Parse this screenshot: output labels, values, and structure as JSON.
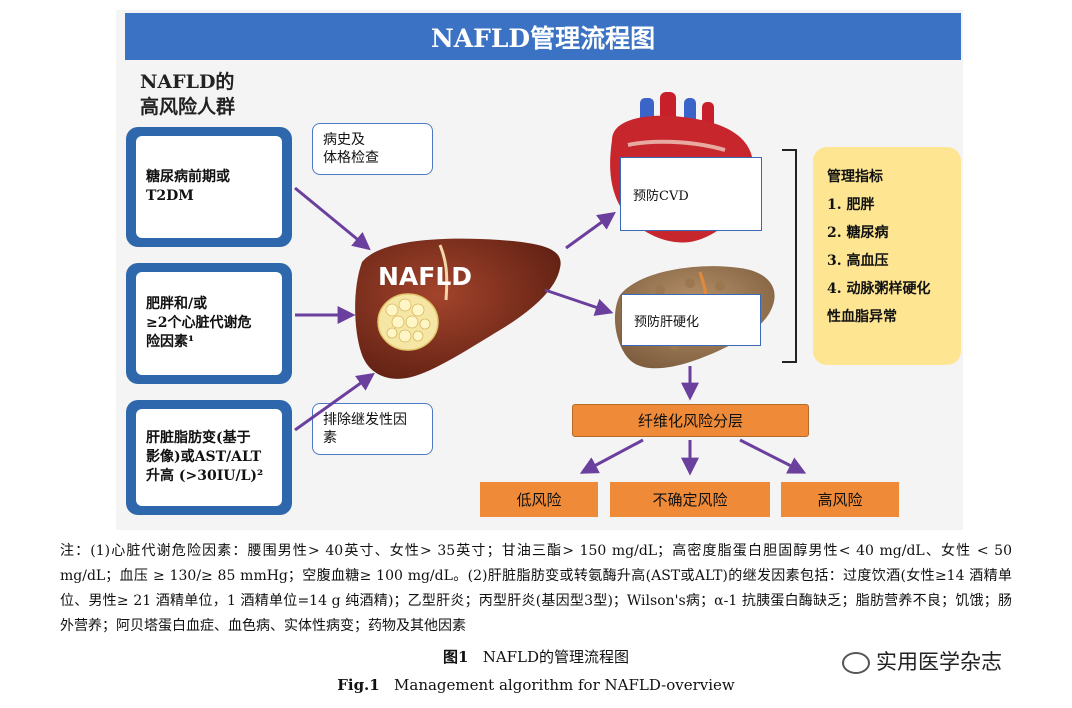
{
  "title": "NAFLD管理流程图",
  "high_risk_heading": "NAFLD的\n高风险人群",
  "risk_groups": [
    {
      "label": "糖尿病前期或\nT2DM"
    },
    {
      "label": "肥胖和/或\n≥2个心脏代谢危\n险因素¹"
    },
    {
      "label": "肝脏脂肪变(基于\n影像)或AST/ALT\n升高 (>30IU/L)²"
    }
  ],
  "notes": {
    "history_exam": "病史及\n体格检查",
    "exclude_secondary": "排除继发性因\n素"
  },
  "center_label": "NAFLD",
  "prevent_cvd": "预防CVD",
  "prevent_cirrhosis": "预防肝硬化",
  "management_indicators": {
    "heading": "管理指标",
    "items": [
      "1. 肥胖",
      "2. 糖尿病",
      "3. 高血压",
      "4. 动脉粥样硬化",
      "性血脂异常"
    ]
  },
  "fibrosis_stratification": "纤维化风险分层",
  "risk_levels": {
    "low": "低风险",
    "uncertain": "不确定风险",
    "high": "高风险"
  },
  "footnote": "注：(1)心脏代谢危险因素：腰围男性> 40英寸、女性> 35英寸；甘油三酯> 150 mg/dL；高密度脂蛋白胆固醇男性< 40 mg/dL、女性 < 50 mg/dL；血压 ≥ 130/≥ 85 mmHg；空腹血糖≥ 100 mg/dL。(2)肝脏脂肪变或转氨酶升高(AST或ALT)的继发因素包括：过度饮酒(女性≥14 酒精单位、男性≥ 21 酒精单位，1 酒精单位=14 g 纯酒精)；乙型肝炎；丙型肝炎(基因型3型)；Wilson's病；α-1 抗胰蛋白酶缺乏；脂肪营养不良；饥饿；肠外营养；阿贝塔蛋白血症、血色病、实体性病变；药物及其他因素",
  "figure_caption_cn": {
    "label": "图1",
    "text": "NAFLD的管理流程图"
  },
  "figure_caption_en": {
    "label": "Fig.1",
    "text": "Management algorithm for NAFLD-overview"
  },
  "watermark": "实用医学杂志",
  "colors": {
    "title_bar": "#3b72c4",
    "risk_box_border": "#2f67ad",
    "orange": "#ee8a38",
    "management_box": "#fde592",
    "arrow": "#6b3f9e",
    "liver": "#7a2e1c"
  }
}
